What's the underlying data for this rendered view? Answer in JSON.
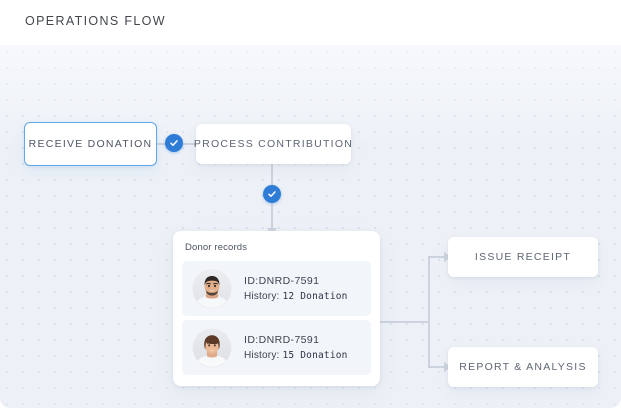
{
  "header": {
    "title": "OPERATIONS FLOW"
  },
  "theme": {
    "canvas_bg": "#edf1f7",
    "dot_color": "#d8dfe9",
    "node_bg": "#ffffff",
    "node_text": "#5e6572",
    "accent_blue": "#2e7cd6",
    "active_border": "#62a8e6",
    "connector": "#ccd3de",
    "row_bg": "#f2f5f9"
  },
  "flow": {
    "nodes": [
      {
        "id": "receive",
        "label": "RECEIVE DONATION",
        "state": "active"
      },
      {
        "id": "process",
        "label": "PROCESS CONTRIBUTION",
        "state": "default"
      },
      {
        "id": "issue",
        "label": "ISSUE RECEIPT",
        "state": "default"
      },
      {
        "id": "report",
        "label": "REPORT & ANALYSIS",
        "state": "default"
      }
    ],
    "badges": [
      {
        "id": "badge-1",
        "icon": "check-icon",
        "state": "complete"
      },
      {
        "id": "badge-2",
        "icon": "check-icon",
        "state": "complete"
      }
    ]
  },
  "donor_card": {
    "title": "Donor records",
    "history_label": "History:",
    "records": [
      {
        "id_text": "ID:DNRD-7591",
        "history_value": "12 Donation",
        "avatar": "avatar-male"
      },
      {
        "id_text": "ID:DNRD-7591",
        "history_value": "15 Donation",
        "avatar": "avatar-female"
      }
    ]
  }
}
